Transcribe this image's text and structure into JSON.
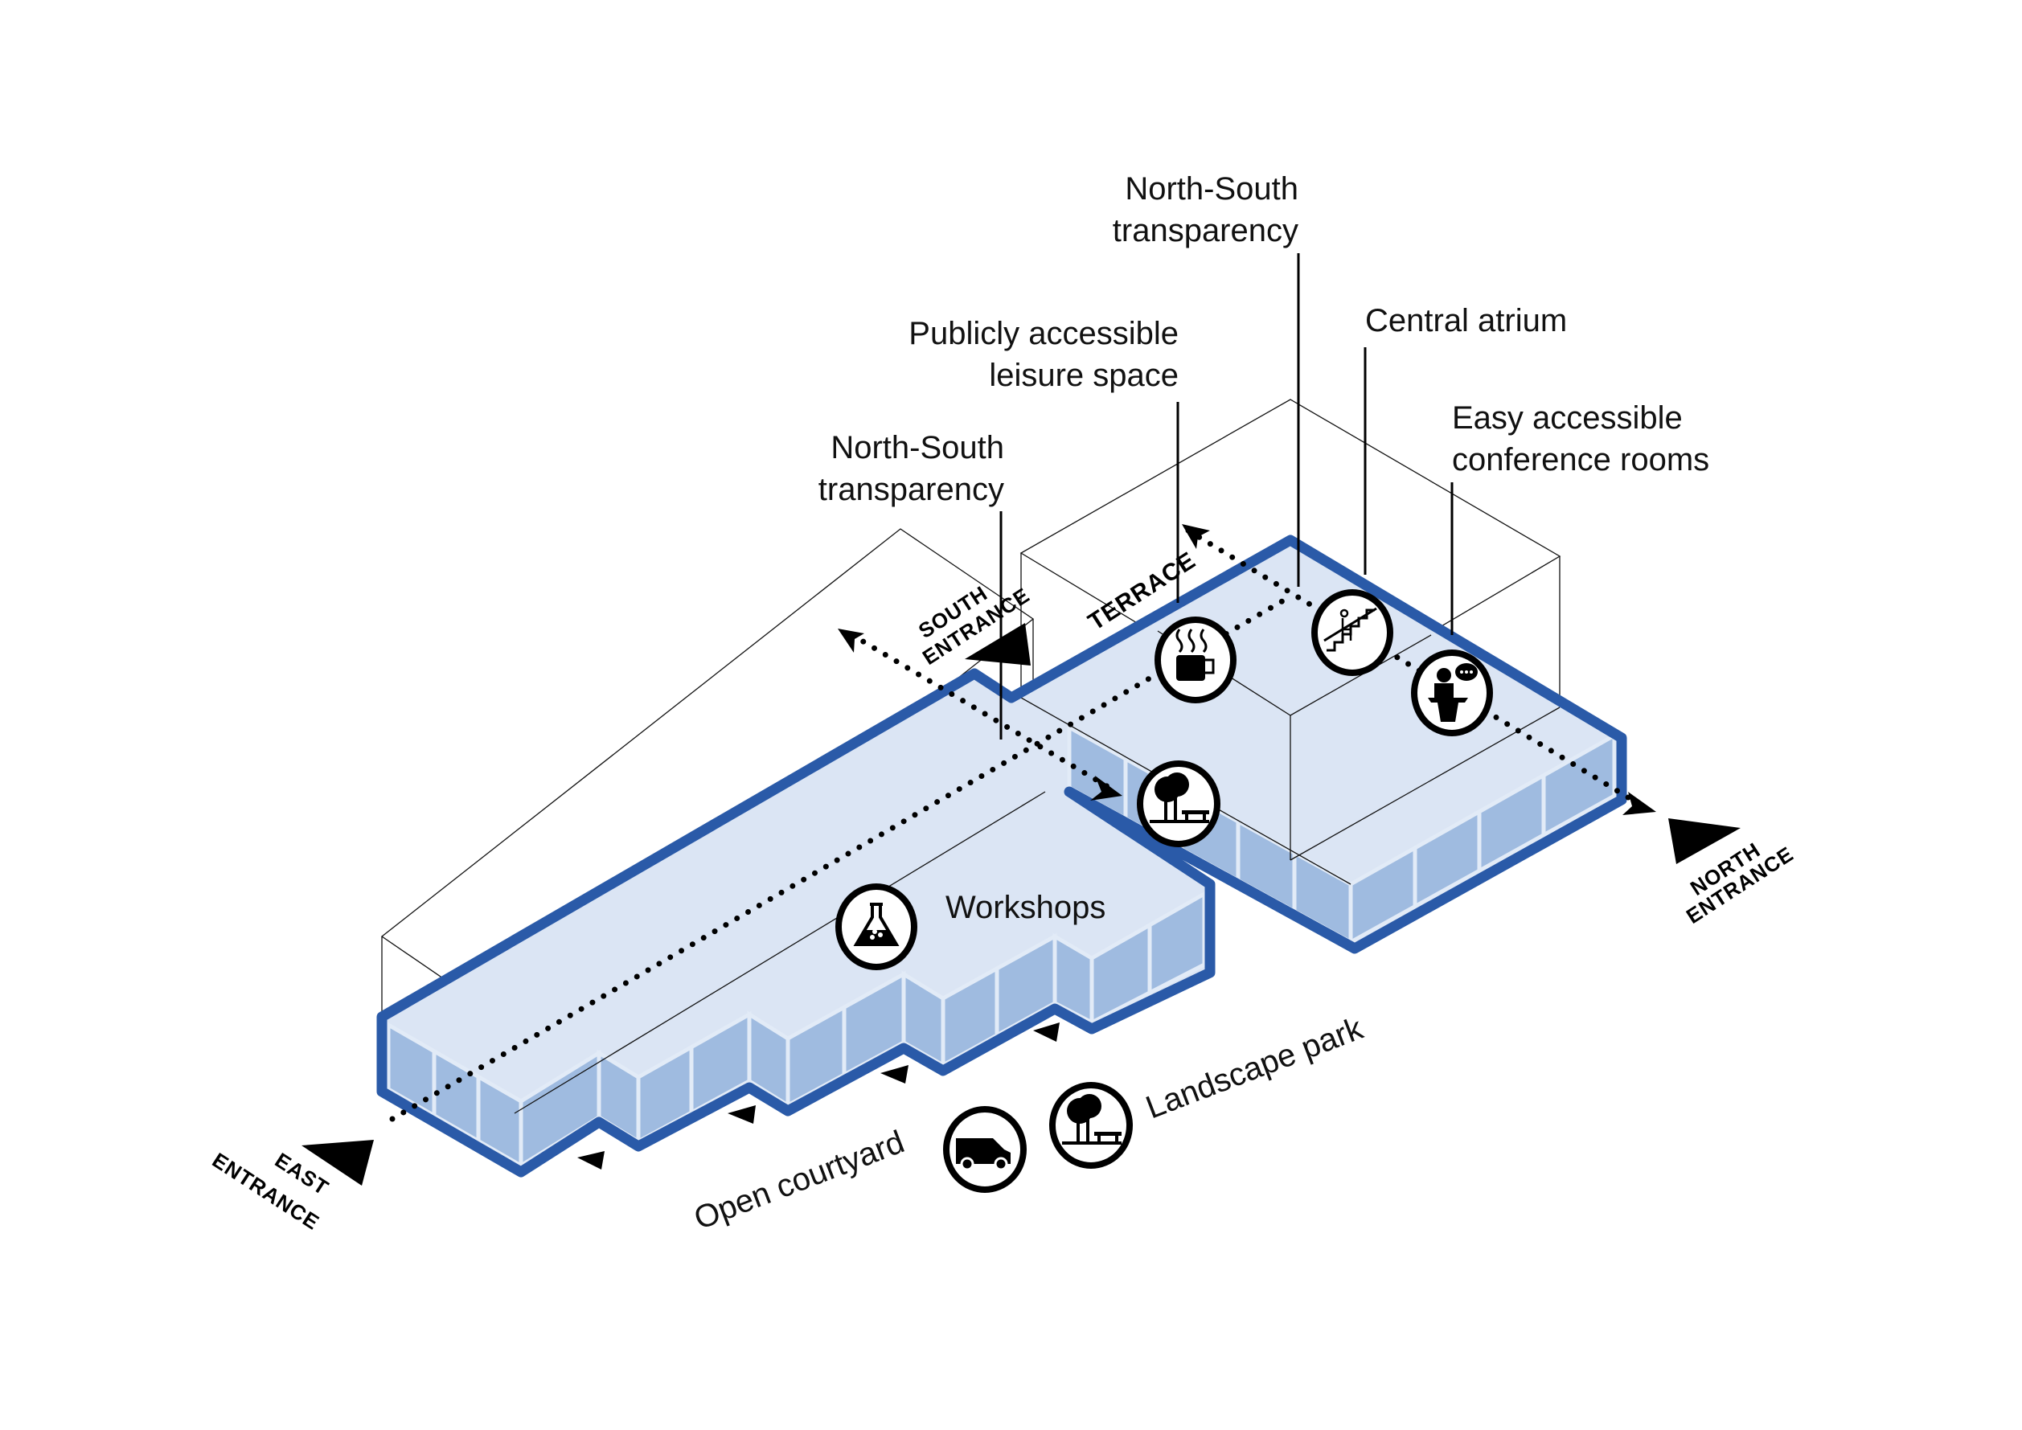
{
  "labels": {
    "ns_top_line1": "North-South",
    "ns_top_line2": "transparency",
    "leisure_line1": "Publicly accessible",
    "leisure_line2": "leisure space",
    "atrium": "Central atrium",
    "conf_line1": "Easy accessible",
    "conf_line2": "conference rooms",
    "ns_left_line1": "North-South",
    "ns_left_line2": "transparency",
    "workshops": "Workshops",
    "landscape_park": "Landscape park",
    "open_courtyard": "Open courtyard"
  },
  "entrances": {
    "south_line1": "SOUTH",
    "south_line2": "ENTRANCE",
    "terrace": "TERRACE",
    "north_line1": "NORTH",
    "north_line2": "ENTRANCE",
    "east_line1": "EAST",
    "east_line2": "ENTRANCE"
  },
  "icons": {
    "leisure": "coffee-cup-icon",
    "atrium": "stair-lift-icon",
    "conference": "speaker-podium-icon",
    "park_terrace": "tree-bench-icon",
    "workshops": "lab-flask-icon",
    "courtyard": "van-icon",
    "landscape": "tree-bench-icon"
  },
  "colors": {
    "outline": "#2a5aa8",
    "roof": "#dbe5f4",
    "glass": "#9fbbe0"
  }
}
